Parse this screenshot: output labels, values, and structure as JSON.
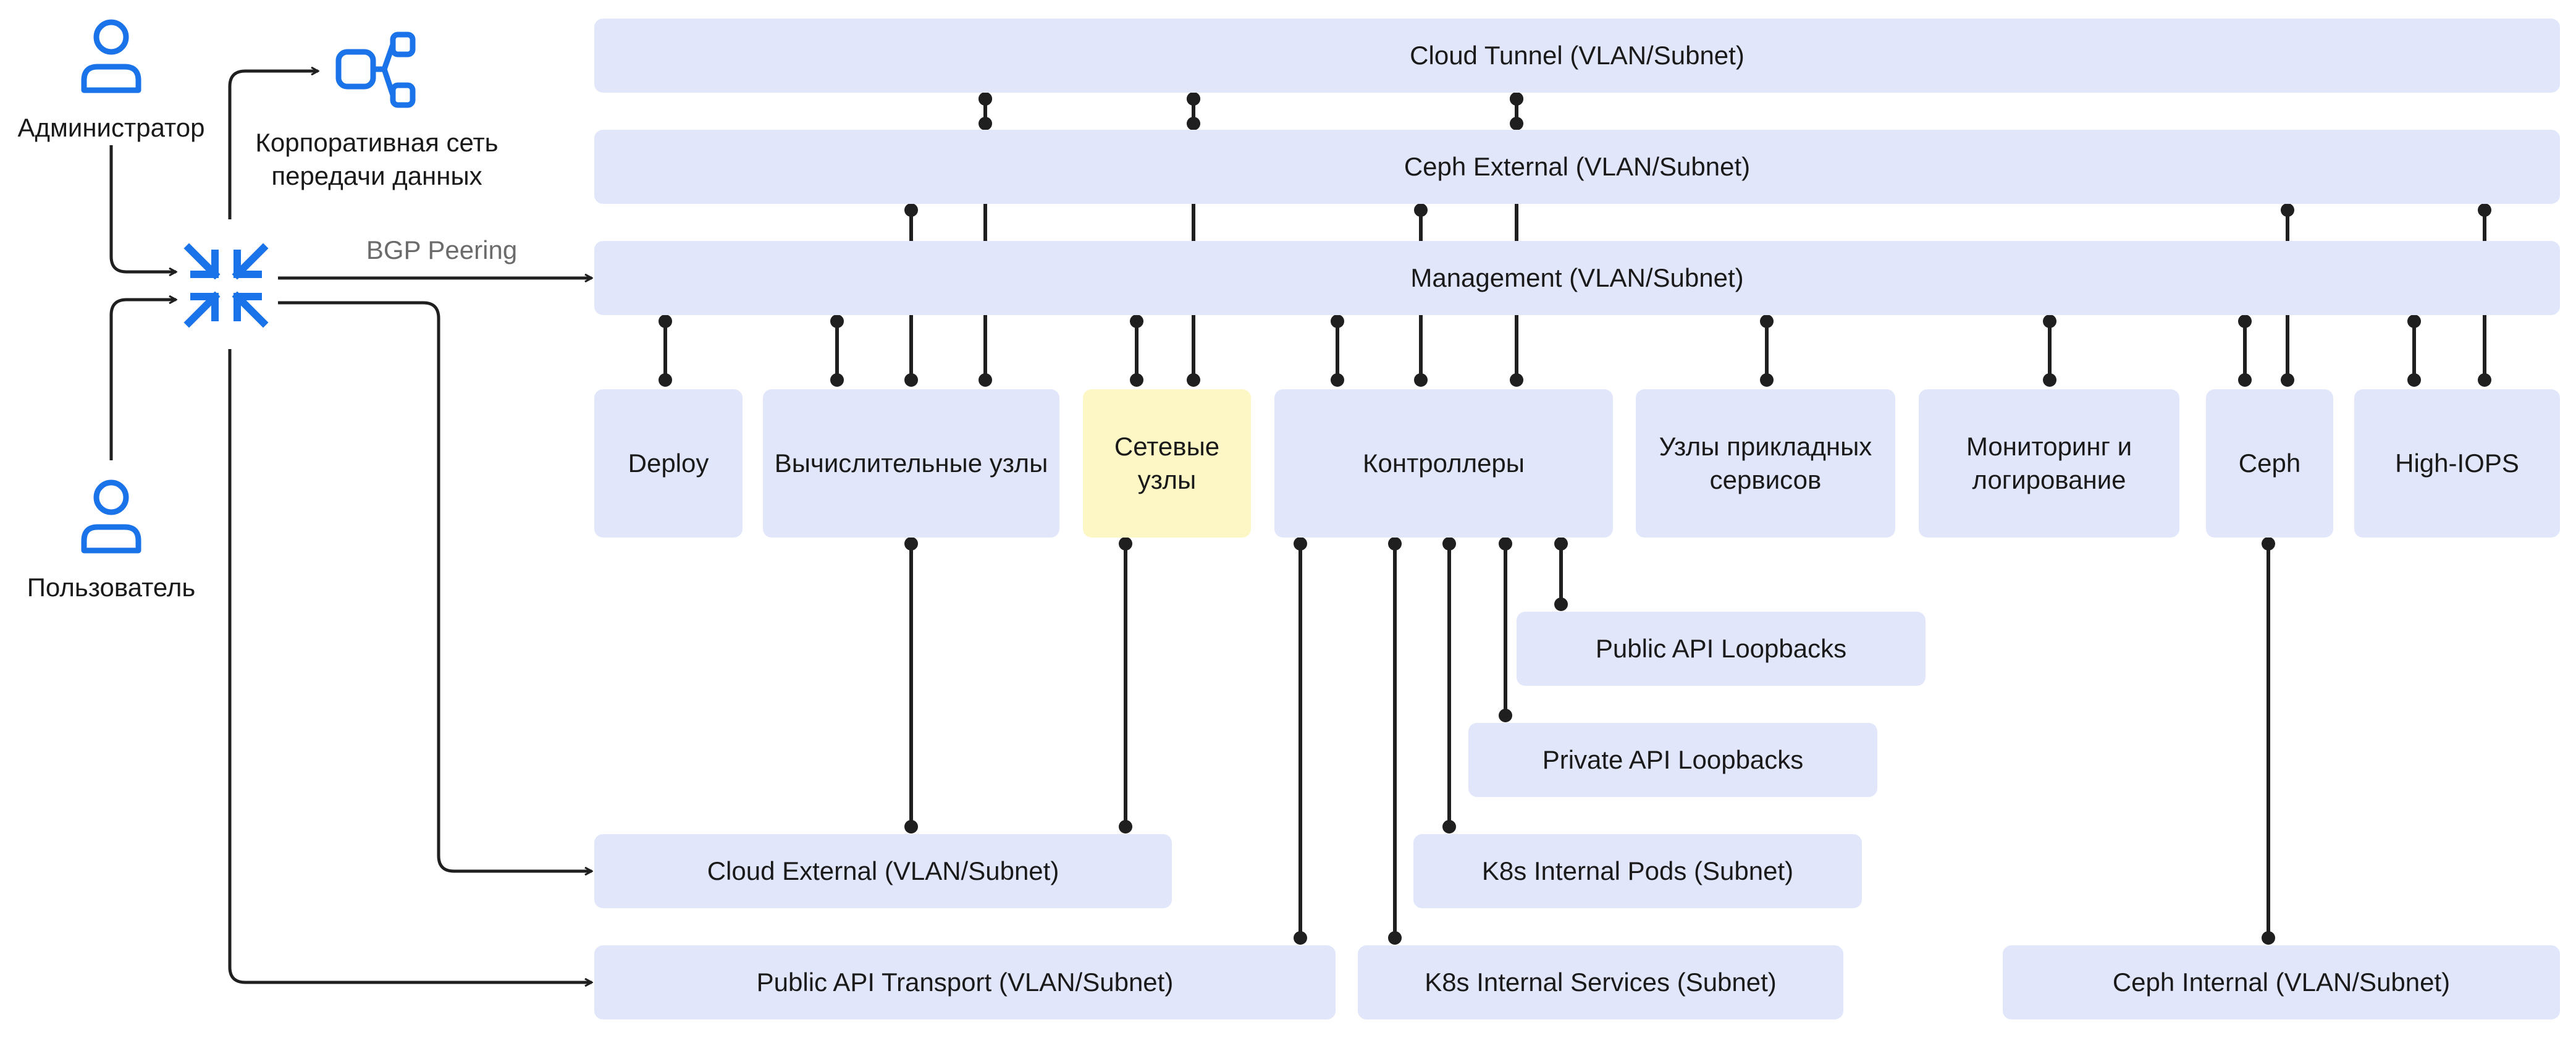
{
  "actors": {
    "admin_label": "Администратор",
    "user_label": "Пользователь",
    "corp_network_label": "Корпоративная сеть\nпередачи данных",
    "bgp_label": "BGP Peering"
  },
  "networks": {
    "cloud_tunnel": "Cloud Tunnel (VLAN/Subnet)",
    "ceph_external": "Ceph External (VLAN/Subnet)",
    "management": "Management (VLAN/Subnet)",
    "public_api_loopbacks": "Public API Loopbacks",
    "private_api_loopbacks": "Private API Loopbacks",
    "k8s_internal_pods": "K8s Internal Pods (Subnet)",
    "cloud_external": "Cloud External (VLAN/Subnet)",
    "public_api_transport": "Public API Transport (VLAN/Subnet)",
    "k8s_internal_services": "K8s Internal Services (Subnet)",
    "ceph_internal": "Ceph Internal (VLAN/Subnet)"
  },
  "nodes": {
    "deploy": "Deploy",
    "compute": "Вычислительные узлы",
    "network": "Сетевые\nузлы",
    "controllers": "Контроллеры",
    "app_services": "Узлы прикладных\nсервисов",
    "monitoring": "Мониторинг и\nлогирование",
    "ceph": "Ceph",
    "high_iops": "High-IOPS"
  },
  "colors": {
    "box": "#e1e6fa",
    "highlight_box": "#fdf7c6",
    "icon_blue": "#1a73e8",
    "line": "#1f1f1f"
  }
}
